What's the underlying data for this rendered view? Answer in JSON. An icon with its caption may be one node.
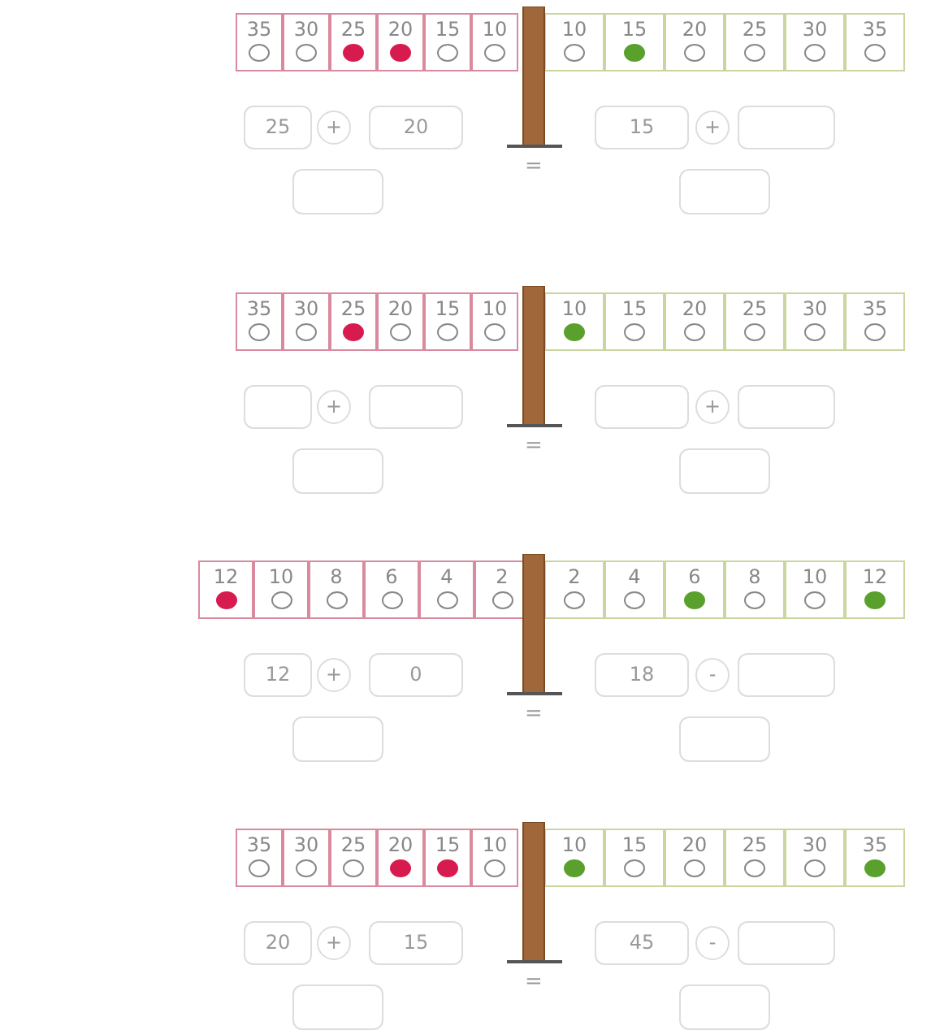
{
  "diagram": {
    "nodes": [
      {
        "text": [
          "35"
        ]
      },
      {
        "text": [],
        "shape": "circle",
        "in": 0
      },
      {
        "text": [
          "30"
        ]
      },
      {
        "text": [],
        "shape": "circle",
        "in": 2
      },
      {
        "text": [
          "25"
        ]
      },
      {
        "text": [],
        "shape": "dot",
        "in": 4
      },
      {
        "text": [
          "20"
        ]
      },
      {
        "text": [],
        "shape": "dot",
        "in": 6
      },
      {
        "text": [
          "15"
        ]
      },
      {
        "text": [],
        "shape": "circle",
        "in": 8
      },
      {
        "text": [
          "10"
        ]
      },
      {
        "text": [],
        "shape": "circle",
        "in": 10
      },
      {
        "text": [
          "10"
        ]
      },
      {
        "text": [],
        "shape": "circle",
        "in": 12
      },
      {
        "text": [
          "15"
        ]
      },
      {
        "text": [],
        "shape": "dot",
        "in": 14
      },
      {
        "text": [
          "20"
        ]
      },
      {
        "text": [],
        "shape": "circle",
        "in": 16
      },
      {
        "text": [
          "25"
        ]
      },
      {
        "text": [],
        "shape": "circle",
        "in": 18
      },
      {
        "text": [
          "30"
        ]
      },
      {
        "text": [],
        "shape": "circle",
        "in": 20
      },
      {
        "text": [
          "35"
        ]
      },
      {
        "text": [],
        "shape": "circle",
        "in": 22
      },
      {
        "text": [
          "25"
        ]
      },
      {
        "text": [
          "+"
        ]
      },
      {
        "text": [
          "20"
        ]
      },
      {
        "text": [
          "15"
        ]
      },
      {
        "text": [
          "+"
        ]
      },
      {
        "text": [],
        "shape": "box"
      },
      {
        "text": [],
        "shape": "box"
      },
      {
        "text": [],
        "shape": "box"
      },
      {
        "text": [
          "35"
        ]
      },
      {
        "text": [],
        "shape": "circle",
        "in": 32
      },
      {
        "text": [
          "30"
        ]
      },
      {
        "text": [],
        "shape": "circle",
        "in": 34
      },
      {
        "text": [
          "25"
        ]
      },
      {
        "text": [],
        "shape": "dot",
        "in": 36
      },
      {
        "text": [
          "20"
        ]
      },
      {
        "text": [],
        "shape": "circle",
        "in": 38
      },
      {
        "text": [
          "15"
        ]
      },
      {
        "text": [],
        "shape": "circle",
        "in": 40
      },
      {
        "text": [
          "10"
        ]
      },
      {
        "text": [],
        "shape": "circle",
        "in": 42
      },
      {
        "text": [
          "10"
        ]
      },
      {
        "text": [],
        "shape": "dot",
        "in": 44
      },
      {
        "text": [
          "15"
        ]
      },
      {
        "text": [],
        "shape": "circle",
        "in": 46
      },
      {
        "text": [
          "20"
        ]
      },
      {
        "text": [],
        "shape": "circle",
        "in": 48
      },
      {
        "text": [
          "25"
        ]
      },
      {
        "text": [],
        "shape": "circle",
        "in": 50
      },
      {
        "text": [
          "30"
        ]
      },
      {
        "text": [],
        "shape": "circle",
        "in": 52
      },
      {
        "text": [
          "35"
        ]
      },
      {
        "text": [],
        "shape": "circle",
        "in": 54
      },
      {
        "text": [],
        "shape": "box"
      },
      {
        "text": [
          "+"
        ]
      },
      {
        "text": [],
        "shape": "box"
      },
      {
        "text": [],
        "shape": "box"
      },
      {
        "text": [
          "+"
        ]
      },
      {
        "text": [],
        "shape": "box"
      },
      {
        "text": [],
        "shape": "box"
      },
      {
        "text": [],
        "shape": "box"
      },
      {
        "text": [
          "12"
        ]
      },
      {
        "text": [],
        "shape": "dot",
        "in": 64
      },
      {
        "text": [
          "10"
        ]
      },
      {
        "text": [],
        "shape": "circle",
        "in": 66
      },
      {
        "text": [
          "8"
        ]
      },
      {
        "text": [],
        "shape": "circle",
        "in": 68
      },
      {
        "text": [
          "6"
        ]
      },
      {
        "text": [],
        "shape": "circle",
        "in": 70
      },
      {
        "text": [
          "4"
        ]
      },
      {
        "text": [],
        "shape": "circle",
        "in": 72
      },
      {
        "text": [
          "2"
        ]
      },
      {
        "text": [],
        "shape": "circle",
        "in": 74
      },
      {
        "text": [
          "2"
        ]
      },
      {
        "text": [],
        "shape": "circle",
        "in": 76
      },
      {
        "text": [
          "4"
        ]
      },
      {
        "text": [],
        "shape": "circle",
        "in": 78
      },
      {
        "text": [
          "6"
        ]
      },
      {
        "text": [],
        "shape": "dot",
        "in": 80
      },
      {
        "text": [
          "8"
        ]
      },
      {
        "text": [],
        "shape": "circle",
        "in": 82
      },
      {
        "text": [
          "10"
        ]
      },
      {
        "text": [],
        "shape": "circle",
        "in": 84
      },
      {
        "text": [
          "12"
        ]
      },
      {
        "text": [],
        "shape": "dot",
        "in": 86
      },
      {
        "text": [
          "12"
        ]
      },
      {
        "text": [
          "+"
        ]
      },
      {
        "text": [
          "0"
        ]
      },
      {
        "text": [
          "18"
        ]
      },
      {
        "text": [
          "-"
        ]
      },
      {
        "text": [],
        "shape": "box"
      },
      {
        "text": [],
        "shape": "box"
      },
      {
        "text": [],
        "shape": "box"
      },
      {
        "text": [
          "35"
        ]
      },
      {
        "text": [],
        "shape": "circle",
        "in": 96
      },
      {
        "text": [
          "30"
        ]
      },
      {
        "text": [],
        "shape": "circle",
        "in": 98
      },
      {
        "text": [
          "25"
        ]
      },
      {
        "text": [],
        "shape": "circle",
        "in": 100
      },
      {
        "text": [
          "20"
        ]
      },
      {
        "text": [],
        "shape": "dot",
        "in": 102
      },
      {
        "text": [
          "15"
        ]
      },
      {
        "text": [],
        "shape": "dot",
        "in": 104
      },
      {
        "text": [
          "10"
        ]
      },
      {
        "text": [],
        "shape": "circle",
        "in": 106
      },
      {
        "text": [
          "10"
        ]
      },
      {
        "text": [],
        "shape": "dot",
        "in": 108
      },
      {
        "text": [
          "15"
        ]
      },
      {
        "text": [],
        "shape": "circle",
        "in": 110
      },
      {
        "text": [
          "20"
        ]
      },
      {
        "text": [],
        "shape": "circle",
        "in": 112
      },
      {
        "text": [
          "25"
        ]
      },
      {
        "text": [],
        "shape": "circle",
        "in": 114
      },
      {
        "text": [
          "30"
        ]
      },
      {
        "text": [],
        "shape": "circle",
        "in": 116
      },
      {
        "text": [
          "35"
        ]
      },
      {
        "text": [],
        "shape": "dot",
        "in": 118
      },
      {
        "text": [
          "20"
        ]
      },
      {
        "text": [
          "+"
        ]
      },
      {
        "text": [
          "15"
        ]
      },
      {
        "text": [
          "45"
        ]
      },
      {
        "text": [
          "-"
        ]
      },
      {
        "text": [],
        "shape": "box"
      },
      {
        "text": [],
        "shape": "box"
      },
      {
        "text": [],
        "shape": "box"
      }
    ],
    "labels": [
      "=",
      "=",
      "=",
      "="
    ]
  }
}
